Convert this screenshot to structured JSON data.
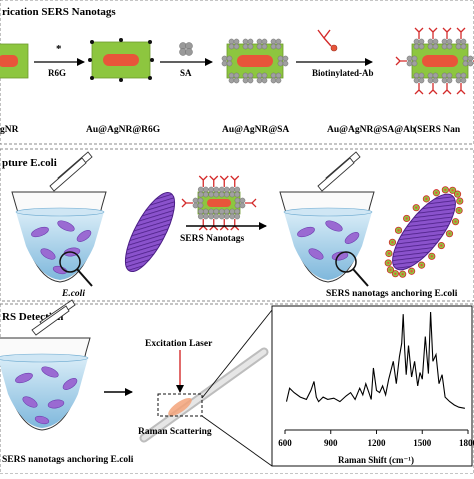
{
  "panel1": {
    "heading": "rication SERS Nanotags",
    "step1_reagent": "R6G",
    "step2_reagent": "SA",
    "step3_reagent": "Biotinylated-Ab",
    "label_gnr": "gNR",
    "label_r6g": "Au@AgNR@R6G",
    "label_sa": "Au@AgNR@SA",
    "label_ab": "Au@AgNR@SA@Ab",
    "label_final": "(SERS Nan"
  },
  "panel2": {
    "heading": "pture E.coli",
    "nanotags_label": "SERS Nanotags",
    "ecoli_label": "E.coli",
    "anchoring_label": "SERS nanotags anchoring E.coli"
  },
  "panel3": {
    "heading": "RS Detection",
    "laser_label": "Excitation Laser",
    "scatter_label": "Raman Scattering",
    "anchoring_label": "SERS nanotags anchoring E.coli"
  },
  "colors": {
    "core_orange": "#e8553a",
    "shell_green": "#8dc63f",
    "sa_gray": "#9a9a9a",
    "antibody_red": "#d42b2b",
    "tube_blue": "#8fc3e0",
    "ecoli_purple": "#7a3fbf",
    "spectrum_black": "#000000"
  },
  "chart_data": {
    "type": "line",
    "title": "",
    "xlabel": "Raman Shift (cm⁻¹)",
    "ylabel": "",
    "xlim": [
      600,
      1800
    ],
    "xticks": [
      600,
      900,
      1200,
      1500,
      1800
    ],
    "series": [
      {
        "x": [
          610,
          630,
          660,
          700,
          740,
          770,
          790,
          805,
          820,
          850,
          880,
          920,
          960,
          1000,
          1030,
          1060,
          1090,
          1110,
          1130,
          1150,
          1165,
          1180,
          1200,
          1220,
          1240,
          1260,
          1280,
          1310,
          1330,
          1350,
          1365,
          1375,
          1385,
          1395,
          1410,
          1430,
          1450,
          1470,
          1485,
          1500,
          1520,
          1540,
          1555,
          1570,
          1590,
          1610,
          1630,
          1650,
          1680,
          1710,
          1740,
          1780
        ],
        "y": [
          0.2,
          0.32,
          0.28,
          0.24,
          0.22,
          0.3,
          0.38,
          0.24,
          0.2,
          0.24,
          0.22,
          0.23,
          0.2,
          0.25,
          0.28,
          0.22,
          0.32,
          0.26,
          0.36,
          0.28,
          0.22,
          0.5,
          0.3,
          0.28,
          0.34,
          0.26,
          0.4,
          0.56,
          0.36,
          0.6,
          0.72,
          0.98,
          0.66,
          0.44,
          0.7,
          0.42,
          0.56,
          0.34,
          0.46,
          0.4,
          0.78,
          0.45,
          1.0,
          0.56,
          0.62,
          0.36,
          0.44,
          0.24,
          0.2,
          0.17,
          0.15,
          0.14
        ]
      }
    ]
  }
}
